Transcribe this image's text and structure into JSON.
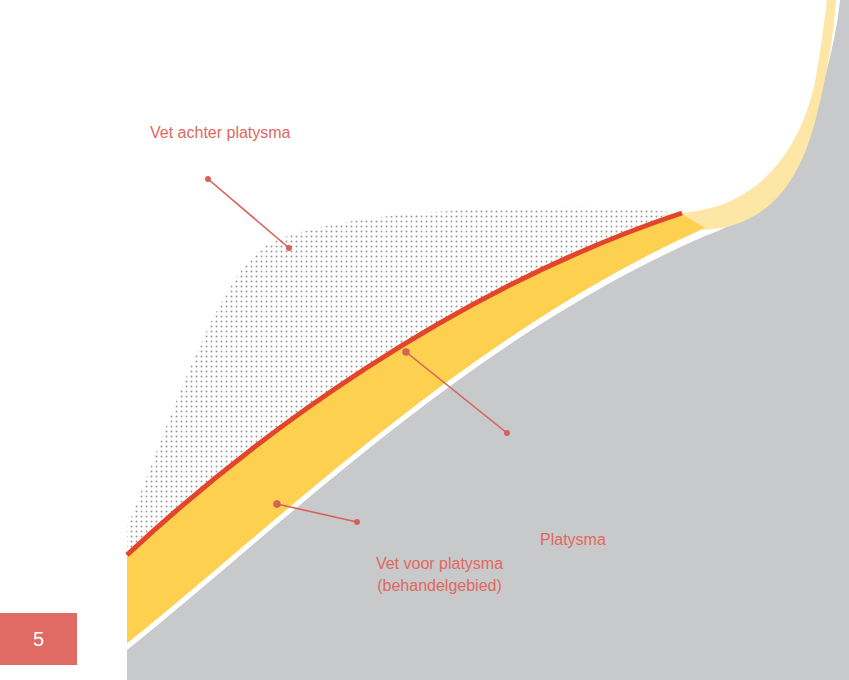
{
  "diagram": {
    "nodes": [
      {
        "text": [
          "5"
        ]
      }
    ],
    "labels": [
      "Vet achter platysma",
      "Platysma",
      "Vet voor platysma (behandelgebied)"
    ]
  }
}
